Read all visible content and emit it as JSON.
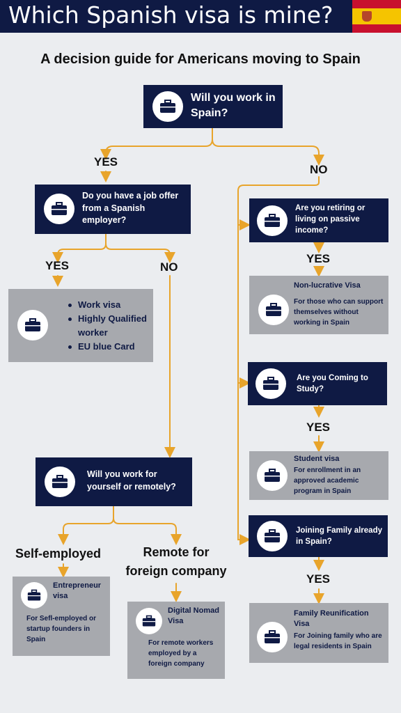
{
  "header": {
    "title": "Which Spanish visa is mine?",
    "flag_icon": "spain-flag-icon"
  },
  "subtitle": "A decision guide for Americans moving to Spain",
  "colors": {
    "navy": "#0f1a44",
    "gray": "#a7a9ae",
    "arrow": "#e8a42b",
    "background": "#ebedf0"
  },
  "icon": "briefcase-icon",
  "root": {
    "question": "Will you work in Spain?"
  },
  "labels": {
    "root_yes": "YES",
    "root_no": "NO",
    "job_yes": "YES",
    "job_no": "NO",
    "retire_yes": "YES",
    "study_yes": "YES",
    "family_yes": "YES",
    "self_employed": "Self-employed",
    "remote": "Remote for foreign company"
  },
  "job_offer": {
    "question": "Do you have a job offer from a Spanish employer?"
  },
  "work_visas": {
    "items": [
      "Work visa",
      "Highly Qualified worker",
      "EU blue Card"
    ]
  },
  "self_or_remote": {
    "question": "Will you work for yourself or remotely?"
  },
  "entrepreneur": {
    "title": "Entrepreneur visa",
    "desc": "For Sefl-employed or startup founders in Spain"
  },
  "digital_nomad": {
    "title": "Digital Nomad Visa",
    "desc": "For remote workers employed by a foreign company"
  },
  "retiring": {
    "question": "Are you retiring or living on passive income?"
  },
  "non_lucrative": {
    "title": "Non-lucrative Visa",
    "desc": "For those who can support themselves without working in Spain"
  },
  "study": {
    "question": "Are you Coming to Study?"
  },
  "student": {
    "title": "Student visa",
    "desc": "For enrollment in an approved academic program in Spain"
  },
  "family": {
    "question": "Joining Family already in Spain?"
  },
  "reunification": {
    "title": "Family Reunification Visa",
    "desc": "For Joining family who are legal residents in Spain"
  }
}
